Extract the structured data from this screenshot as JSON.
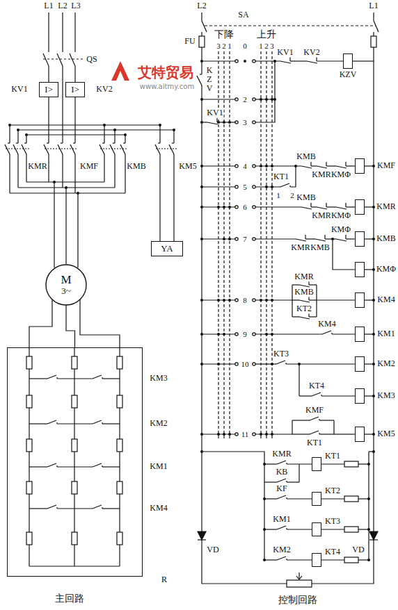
{
  "diagram": {
    "nodes": [
      {
        "text": [
          "KV1",
          "I>"
        ]
      },
      {
        "text": [
          "KV2",
          "I>"
        ]
      },
      {
        "text": [
          "YA"
        ]
      },
      {
        "text": [
          "M",
          "3~"
        ]
      },
      {
        "text": [
          "R"
        ]
      },
      {
        "text": [
          "KZV"
        ]
      },
      {
        "text": [
          "KMF"
        ]
      },
      {
        "text": [
          "KMR"
        ]
      },
      {
        "text": [
          "KMB"
        ]
      },
      {
        "text": [
          "KMΦ"
        ]
      },
      {
        "text": [
          "KM4"
        ]
      },
      {
        "text": [
          "KM1"
        ]
      },
      {
        "text": [
          "KM2"
        ]
      },
      {
        "text": [
          "KM3"
        ]
      },
      {
        "text": [
          "KM5"
        ]
      },
      {
        "text": [
          "KT1"
        ]
      },
      {
        "text": [
          "KT2"
        ]
      },
      {
        "text": [
          "KT3"
        ]
      },
      {
        "text": [
          "KT4"
        ]
      }
    ],
    "edges": [
      {
        "from": 3,
        "to": 4,
        "arrow": "none"
      },
      {
        "from": 3,
        "to": 4,
        "arrow": "none"
      },
      {
        "from": 3,
        "to": 4,
        "arrow": "none"
      }
    ],
    "labels": [
      "L1",
      "L2",
      "L3",
      "QS",
      "KMR",
      "KMF",
      "KMB",
      "KM5",
      "KM3",
      "KM2",
      "KM1",
      "KM4",
      "主回路",
      "L2",
      "L1",
      "SA",
      "FU",
      "下降",
      "上升",
      "3",
      "2",
      "1",
      "0",
      "1",
      "2",
      "3",
      "2",
      "3",
      "4",
      "5",
      "6",
      "7",
      "8",
      "9",
      "10",
      "11",
      "KZV",
      "KV1",
      "KV1",
      "KV2",
      "KMB",
      "KMR",
      "KMΦ",
      "KT1",
      "1",
      "2",
      "KMB",
      "KMR",
      "KMΦ",
      "KMR",
      "KMB",
      "KMΦ",
      "KMR",
      "KMB",
      "KT2",
      "KM4",
      "KT3",
      "KT4",
      "KMF",
      "KT1",
      "KMR",
      "KB",
      "KF",
      "KM1",
      "KM2",
      "VD",
      "VD",
      "控制回路",
      "艾特贸易",
      "www.aitmy.com"
    ]
  }
}
